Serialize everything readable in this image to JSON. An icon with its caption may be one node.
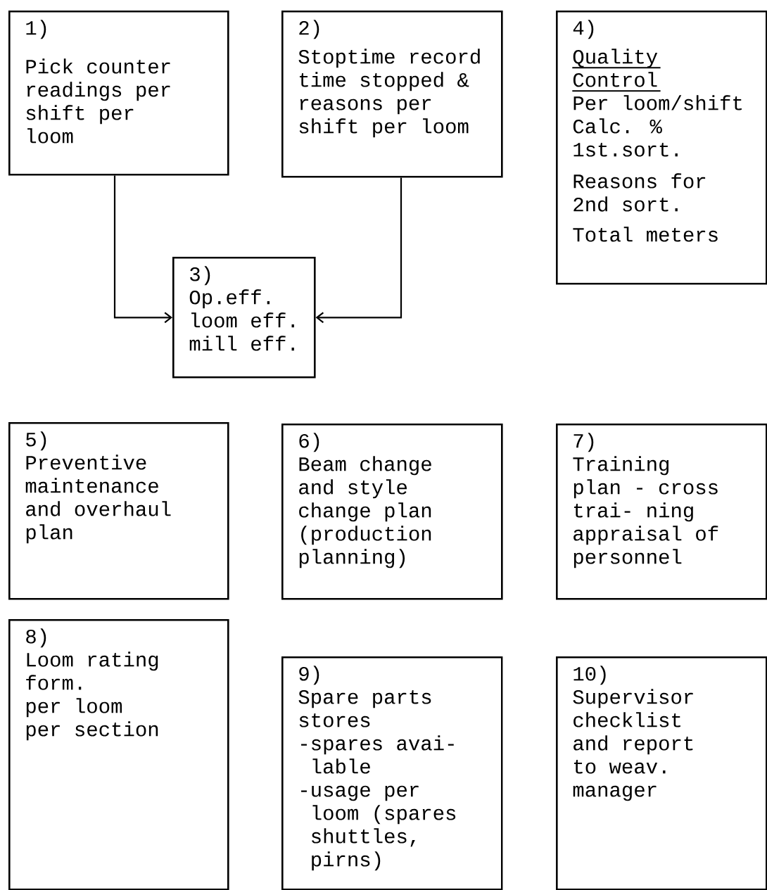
{
  "diagram": {
    "nodes": [
      {
        "text": [
          "1)",
          "Pick counter readings per shift per loom"
        ]
      },
      {
        "text": [
          "2)",
          "Stoptime record time stopped & reasons per shift per loom"
        ]
      },
      {
        "text": [
          "3)",
          "Op.eff. loom eff. mill eff."
        ]
      },
      {
        "text": [
          "4)",
          "Quality Control",
          "Per loom/shift Calc. % 1st.sort.",
          "Reasons for 2nd sort.",
          "Total meters"
        ]
      },
      {
        "text": [
          "5)",
          "Preventive maintenance and overhaul plan"
        ]
      },
      {
        "text": [
          "6)",
          "Beam change and style change plan (production planning)"
        ]
      },
      {
        "text": [
          "7)",
          "Training plan - cross trai- ning appraisal of personnel"
        ]
      },
      {
        "text": [
          "8)",
          "Loom rating form.",
          "per loom per section"
        ]
      },
      {
        "text": [
          "9)",
          "Spare parts stores",
          "-spares avai- lable",
          "-usage per loom (spares shuttles, pirns)"
        ]
      },
      {
        "text": [
          "10)",
          "Supervisor checklist and report to weav. manager"
        ]
      }
    ],
    "edges": [
      {
        "from": 0,
        "to": 2,
        "arrow": "to"
      },
      {
        "from": 1,
        "to": 2,
        "arrow": "to"
      }
    ]
  }
}
